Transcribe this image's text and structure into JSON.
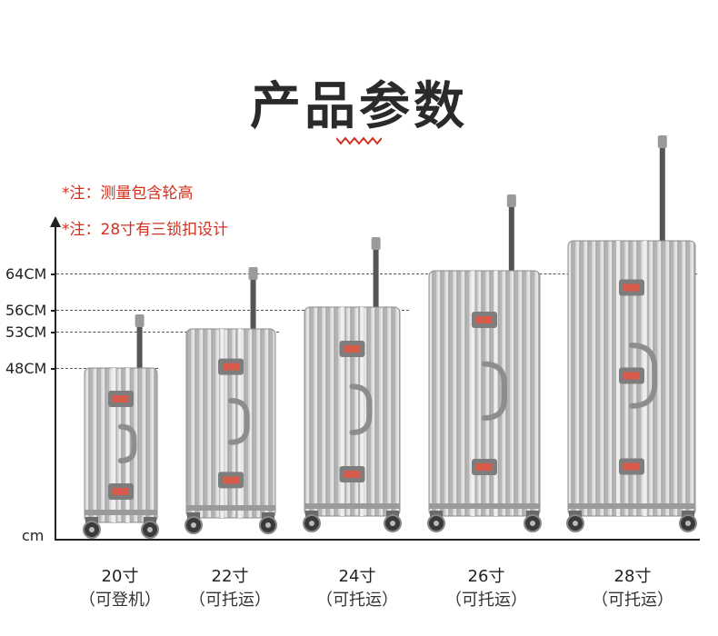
{
  "title": "产品参数",
  "notes": [
    "*注：测量包含轮高",
    "*注：28寸有三锁扣设计"
  ],
  "unit": "cm",
  "heights": [
    "64CM",
    "56CM",
    "53CM",
    "48CM"
  ],
  "sizes": [
    {
      "size": "20寸",
      "type": "（可登机）"
    },
    {
      "size": "22寸",
      "type": "（可托运）"
    },
    {
      "size": "24寸",
      "type": "（可托运）"
    },
    {
      "size": "26寸",
      "type": "（可托运）"
    },
    {
      "size": "28寸",
      "type": "（可托运）"
    }
  ],
  "colors": {
    "accent": "#d2301e",
    "body": "#c8c8c8"
  }
}
